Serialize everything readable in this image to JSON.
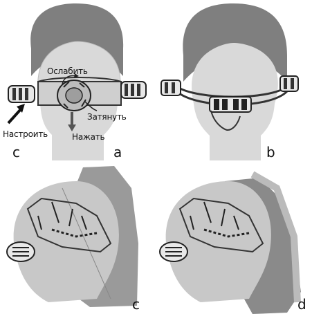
{
  "labels": {
    "loosen": "Ослабить",
    "tighten": "Затянуть",
    "adjust": "Настроить",
    "press": "Нажать"
  },
  "panels": {
    "a": "a",
    "b": "b",
    "c_top": "c",
    "c_bottom": "c",
    "d": "d"
  },
  "colors": {
    "head": "#d9d9d9",
    "shield": "#7f7f7f",
    "shield_side": "#9a9a9a",
    "strap": "#3a3a3a"
  }
}
